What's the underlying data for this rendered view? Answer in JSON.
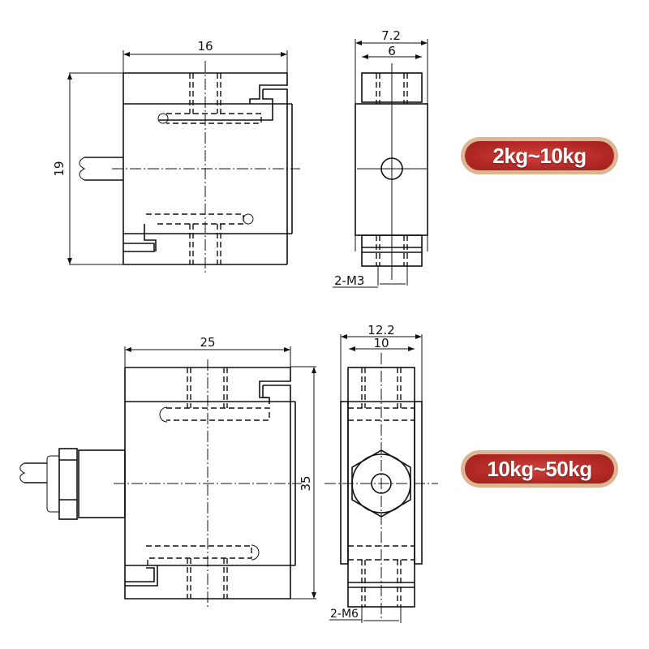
{
  "diagrams": [
    {
      "range_label": "2kg~10kg",
      "front_view": {
        "width_dim": "16",
        "height_dim": "19"
      },
      "side_view": {
        "outer_width_dim": "7.2",
        "inner_width_dim": "6",
        "thread_label": "2-M3"
      }
    },
    {
      "range_label": "10kg~50kg",
      "front_view": {
        "width_dim": "25",
        "height_dim": "35"
      },
      "side_view": {
        "outer_width_dim": "12.2",
        "inner_width_dim": "10",
        "thread_label": "2-M6"
      }
    }
  ],
  "colors": {
    "badge_fill": "#b32a26",
    "badge_border": "#dcb592",
    "badge_text": "#ffffff",
    "line": "#111111"
  }
}
